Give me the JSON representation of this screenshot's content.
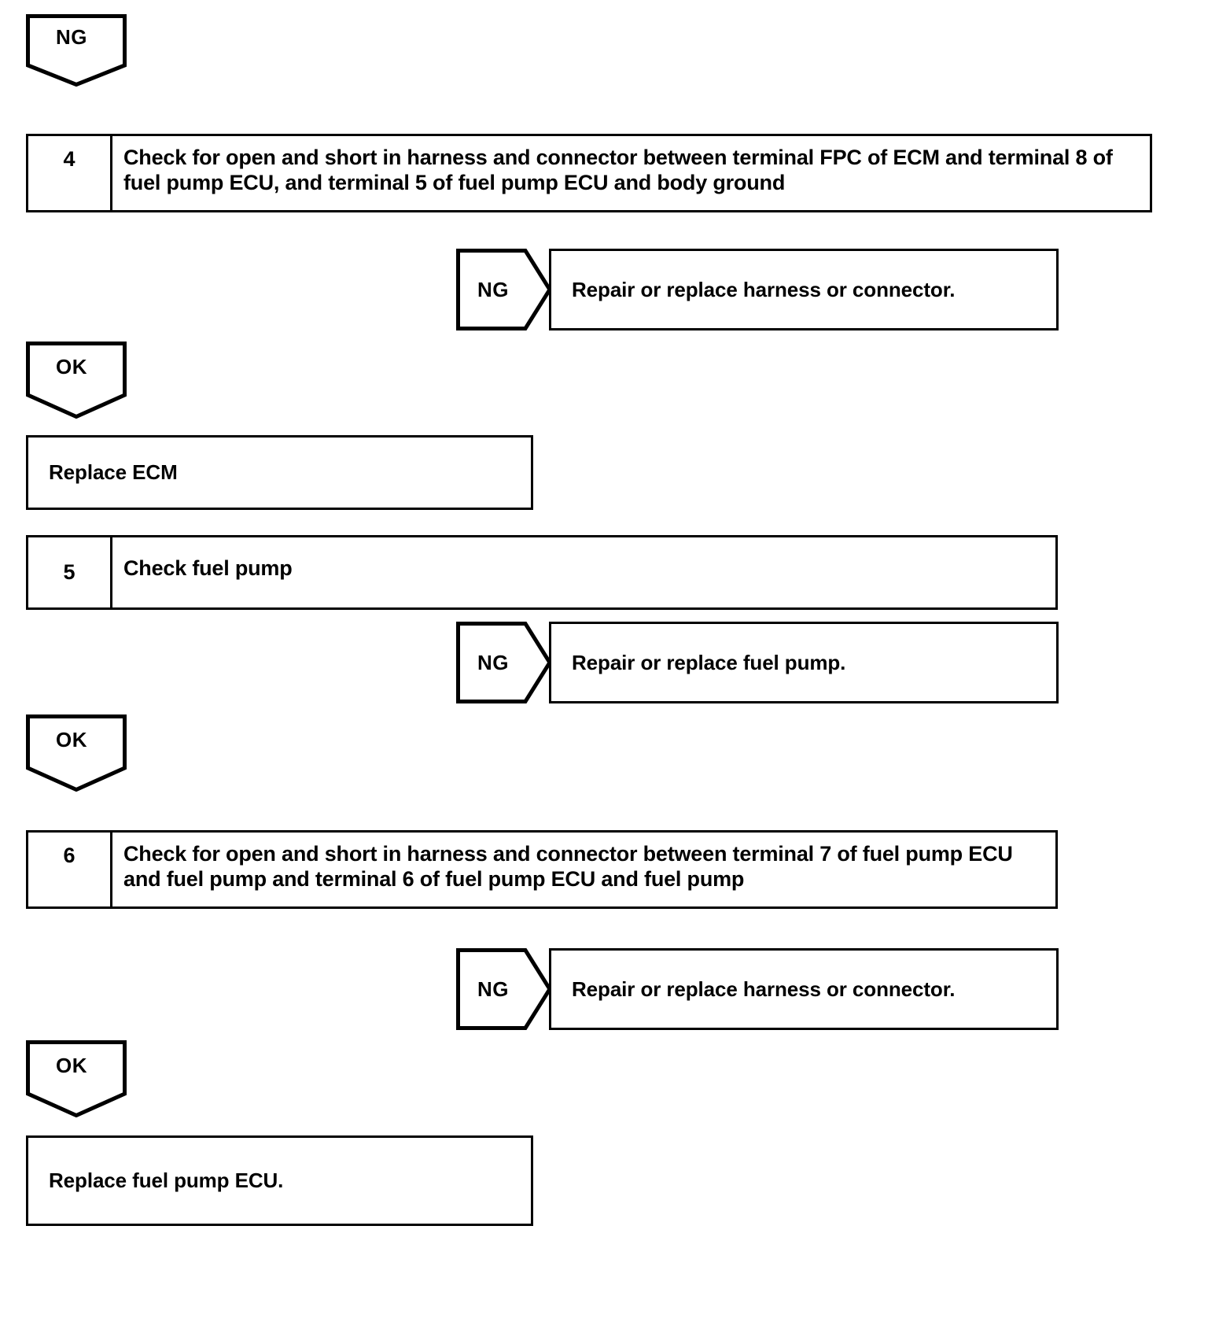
{
  "diagram": {
    "type": "troubleshooting-flowchart",
    "title": "Fuel pump / fuel pump ECU diagnostic flow",
    "nodes": [
      {
        "id": "ng-top",
        "kind": "connector-down",
        "label": "NG"
      },
      {
        "id": "step-4",
        "kind": "step",
        "number": "4",
        "text": "Check for open and short in harness and connector between terminal FPC of ECM and terminal 8 of fuel pump ECU, and terminal 5 of fuel pump ECU and body ground"
      },
      {
        "id": "branch-4-ng",
        "kind": "branch-right",
        "label": "NG",
        "text": "Repair or replace harness or connector."
      },
      {
        "id": "ok-4",
        "kind": "connector-down",
        "label": "OK"
      },
      {
        "id": "replace-ecm",
        "kind": "result",
        "text": "Replace ECM"
      },
      {
        "id": "step-5",
        "kind": "step",
        "number": "5",
        "text": "Check fuel pump"
      },
      {
        "id": "branch-5-ng",
        "kind": "branch-right",
        "label": "NG",
        "text": "Repair or replace fuel pump."
      },
      {
        "id": "ok-5",
        "kind": "connector-down",
        "label": "OK"
      },
      {
        "id": "step-6",
        "kind": "step",
        "number": "6",
        "text": "Check for open and short in harness and connector between terminal 7 of fuel pump ECU and fuel pump and terminal 6 of fuel pump ECU and fuel pump"
      },
      {
        "id": "branch-6-ng",
        "kind": "branch-right",
        "label": "NG",
        "text": "Repair or replace harness or connector."
      },
      {
        "id": "ok-6",
        "kind": "connector-down",
        "label": "OK"
      },
      {
        "id": "replace-fuel-pump-ecu",
        "kind": "result",
        "text": "Replace fuel pump ECU."
      }
    ]
  },
  "colors": {
    "stroke": "#000000",
    "background": "#ffffff",
    "text": "#000000"
  }
}
